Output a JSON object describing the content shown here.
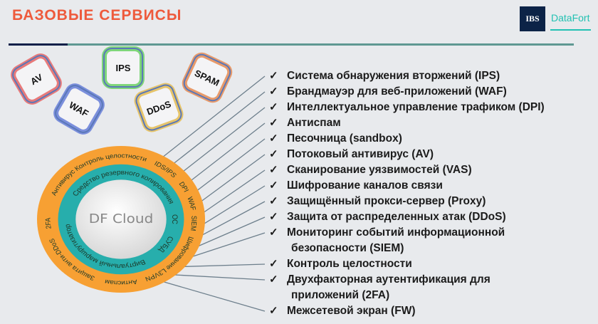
{
  "header": {
    "title": "БАЗОВЫЕ СЕРВИСЫ",
    "logo_ibs": "IBS",
    "logo_brand": "DataFort"
  },
  "chips": [
    {
      "label": "AV",
      "color": "#e87a7a"
    },
    {
      "label": "WAF",
      "color": "#7b8fdc"
    },
    {
      "label": "IPS",
      "color": "#7fd67a"
    },
    {
      "label": "DDoS",
      "color": "#e6c46a"
    },
    {
      "label": "SPAM",
      "color": "#e89a6a"
    }
  ],
  "diagram": {
    "center_label": "DF Cloud",
    "outer_ring": [
      "Контроль целостности",
      "IDS/IPS",
      "DPI",
      "WAF",
      "SIEM",
      "Шифрование L3VPN",
      "Антиспам",
      "Защита анти-DDoS",
      "2FA",
      "Антивирус"
    ],
    "inner_ring": [
      "Средство резервного копирования",
      "OC",
      "СУБД",
      "Виртуальный маршрутизатор"
    ],
    "colors": {
      "outer": "#f7a033",
      "inner": "#27aeac",
      "core": "#f2f2f2"
    }
  },
  "services": [
    {
      "lines": [
        "Система обнаружения вторжений (IPS)"
      ]
    },
    {
      "lines": [
        "Брандмауэр для веб-приложений (WAF)"
      ]
    },
    {
      "lines": [
        "Интеллектуальное управление трафиком (DPI)"
      ]
    },
    {
      "lines": [
        "Антиспам"
      ]
    },
    {
      "lines": [
        "Песочница (sandbox)"
      ]
    },
    {
      "lines": [
        "Потоковый антивирус (AV)"
      ]
    },
    {
      "lines": [
        "Сканирование уязвимостей (VAS)"
      ]
    },
    {
      "lines": [
        "Шифрование каналов связи"
      ]
    },
    {
      "lines": [
        "Защищённый прокси-сервер (Proxy)"
      ]
    },
    {
      "lines": [
        "Защита от распределенных атак (DDoS)"
      ]
    },
    {
      "lines": [
        "Мониторинг событий информационной",
        "безопасности (SIEM)"
      ]
    },
    {
      "lines": [
        "Контроль целостности"
      ]
    },
    {
      "lines": [
        "Двухфакторная аутентификация для",
        "приложений (2FA)"
      ]
    },
    {
      "lines": [
        "Межсетевой экран (FW)"
      ]
    }
  ],
  "check_symbol": "✓"
}
